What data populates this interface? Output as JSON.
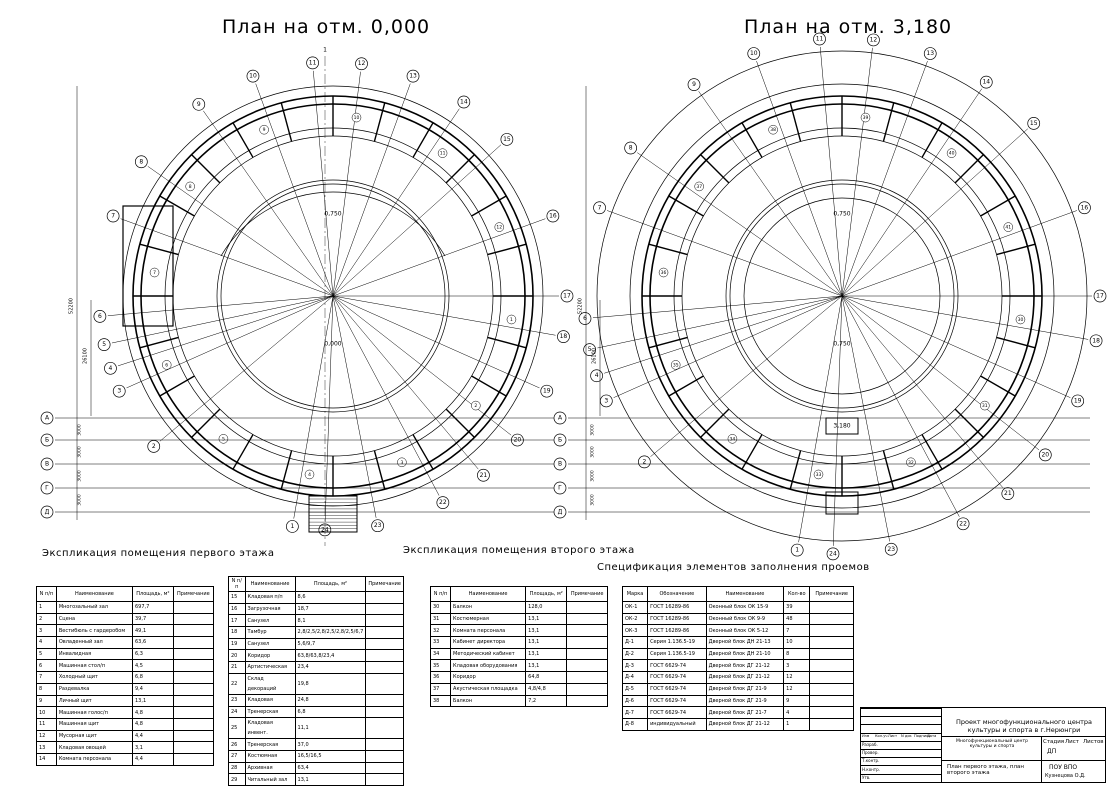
{
  "titles": {
    "plan1": "План на отм. 0,000",
    "plan2": "План на отм. 3,180",
    "exp1": "Экспликация помещения первого этажа",
    "exp2": "Экспликация помещения второго этажа",
    "spec": "Спецификация элементов заполнения проемов"
  },
  "axes_numeric": [
    "1",
    "2",
    "3",
    "4",
    "5",
    "6",
    "7",
    "8",
    "9",
    "10",
    "11",
    "12",
    "13",
    "14",
    "15",
    "16",
    "17",
    "18",
    "19",
    "20",
    "21",
    "22",
    "23",
    "24"
  ],
  "axes_letters": [
    "А",
    "Б",
    "В",
    "Г",
    "Д"
  ],
  "plan_marks": {
    "center_top": "0,750",
    "center_mid": "0,000",
    "center_top2": "0,750",
    "center_mid2": "0,750",
    "bottom2": "3,180",
    "cut_label": "1",
    "dim_total": "52200",
    "dim_half": "26100",
    "dim_a": "3000",
    "dim_b": "3000",
    "dim_c": "3000",
    "dim_d": "3000"
  },
  "table1": {
    "headers": [
      "N п/п",
      "Наименование",
      "Площадь, м²",
      "Примечание"
    ],
    "rows": [
      [
        "1",
        "Многозальный зал",
        "697,7",
        ""
      ],
      [
        "2",
        "Сцена",
        "39,7",
        ""
      ],
      [
        "3",
        "Вестибюль с гардеробом",
        "49,1",
        ""
      ],
      [
        "4",
        "Овладенный зал",
        "63,6",
        ""
      ],
      [
        "5",
        "Инвалидная",
        "6,3",
        ""
      ],
      [
        "6",
        "Машинная стол/п",
        "4,5",
        ""
      ],
      [
        "7",
        "Холодный щит",
        "6,8",
        ""
      ],
      [
        "8",
        "Раздевалка",
        "9,4",
        ""
      ],
      [
        "9",
        "Личный щит",
        "13,1",
        ""
      ],
      [
        "10",
        "Машинная голос/п",
        "4,8",
        ""
      ],
      [
        "11",
        "Машинная щит",
        "4,8",
        ""
      ],
      [
        "12",
        "Мусорная щит",
        "4,4",
        ""
      ],
      [
        "13",
        "Кладовая овощей",
        "3,1",
        ""
      ],
      [
        "14",
        "Комната персонала",
        "4,4",
        ""
      ]
    ]
  },
  "table2": {
    "headers": [
      "N п/п",
      "Наименование",
      "Площадь, м²",
      "Примечание"
    ],
    "rows": [
      [
        "15",
        "Кладовая п/п",
        "8,6",
        ""
      ],
      [
        "16",
        "Загрузочная",
        "18,7",
        ""
      ],
      [
        "17",
        "Санузел",
        "8,1",
        ""
      ],
      [
        "18",
        "Тамбур",
        "2,8/2,5/2,8/2,5/2,8/2,5/6,7",
        ""
      ],
      [
        "19",
        "Санузел",
        "5,6/9,7",
        ""
      ],
      [
        "20",
        "Коридор",
        "63,8/63,8/23,4",
        ""
      ],
      [
        "21",
        "Артистическая",
        "23,4",
        ""
      ],
      [
        "22",
        "Склад декораций",
        "19,8",
        ""
      ],
      [
        "23",
        "Кладовая",
        "24,8",
        ""
      ],
      [
        "24",
        "Тренерская",
        "6,8",
        ""
      ],
      [
        "25",
        "Кладовая инвент.",
        "11,1",
        ""
      ],
      [
        "26",
        "Тренерская",
        "37,0",
        ""
      ],
      [
        "27",
        "Костюмная",
        "16,5/16,5",
        ""
      ],
      [
        "28",
        "Архивная",
        "63,4",
        ""
      ],
      [
        "29",
        "Читальный зал",
        "13,1",
        ""
      ]
    ]
  },
  "table3": {
    "headers": [
      "N п/п",
      "Наименование",
      "Площадь, м²",
      "Примечание"
    ],
    "rows": [
      [
        "30",
        "Балкон",
        "128,0",
        ""
      ],
      [
        "31",
        "Костюмерная",
        "13,1",
        ""
      ],
      [
        "32",
        "Комната персонала",
        "13,1",
        ""
      ],
      [
        "33",
        "Кабинет директора",
        "13,1",
        ""
      ],
      [
        "34",
        "Методический кабинет",
        "13,1",
        ""
      ],
      [
        "35",
        "Кладовая оборудования",
        "13,1",
        ""
      ],
      [
        "36",
        "Коридор",
        "64,8",
        ""
      ],
      [
        "37",
        "Акустическая площадка",
        "4,8/4,8",
        ""
      ],
      [
        "38",
        "Балкон",
        "7,2",
        ""
      ]
    ]
  },
  "table4": {
    "headers": [
      "Марка",
      "Обозначение",
      "Наименование",
      "Кол-во",
      "Примечание"
    ],
    "rows": [
      [
        "ОК-1",
        "ГОСТ 16289-86",
        "Оконный блок ОК 15-9",
        "39",
        ""
      ],
      [
        "ОК-2",
        "ГОСТ 16289-86",
        "Оконный блок ОК 9-9",
        "48",
        ""
      ],
      [
        "ОК-3",
        "ГОСТ 16289-86",
        "Оконный блок ОК 5-12",
        "7",
        ""
      ],
      [
        "Д-1",
        "Серия 1.136.5-19",
        "Дверной блок ДН 21-13",
        "10",
        ""
      ],
      [
        "Д-2",
        "Серия 1.136.5-19",
        "Дверной блок ДН 21-10",
        "8",
        ""
      ],
      [
        "Д-3",
        "ГОСТ 6629-74",
        "Дверной блок ДГ 21-12",
        "3",
        ""
      ],
      [
        "Д-4",
        "ГОСТ 6629-74",
        "Дверной блок ДГ 21-12",
        "12",
        ""
      ],
      [
        "Д-5",
        "ГОСТ 6629-74",
        "Дверной блок ДГ 21-9",
        "12",
        ""
      ],
      [
        "Д-6",
        "ГОСТ 6629-74",
        "Дверной блок ДГ 21-9",
        "9",
        ""
      ],
      [
        "Д-7",
        "ГОСТ 6629-74",
        "Дверной блок ДГ 21-7",
        "4",
        ""
      ],
      [
        "Д-8",
        "индивидуальный",
        "Дверной блок ДГ 21-12",
        "1",
        ""
      ]
    ]
  },
  "title_block": {
    "project": "Проект многофункционального центра культуры и спорта в г.Нерюнгри",
    "building": "Многофункциональный центр культуры и спорта",
    "stage_h": "Стадия",
    "sheet_h": "Лист",
    "sheets_h": "Листов",
    "stage": "ДП",
    "drawing": "План первого этажа, план второго этажа",
    "org": "ПОУ ВПО",
    "author": "Кузнецова О.Д.",
    "cols": [
      "Изм",
      "Кол.уч",
      "Лист",
      "N док",
      "Подпись",
      "Дата"
    ],
    "roles": [
      "Разраб.",
      "Провер.",
      "Т.контр.",
      "Н.контр.",
      "Утв."
    ]
  }
}
